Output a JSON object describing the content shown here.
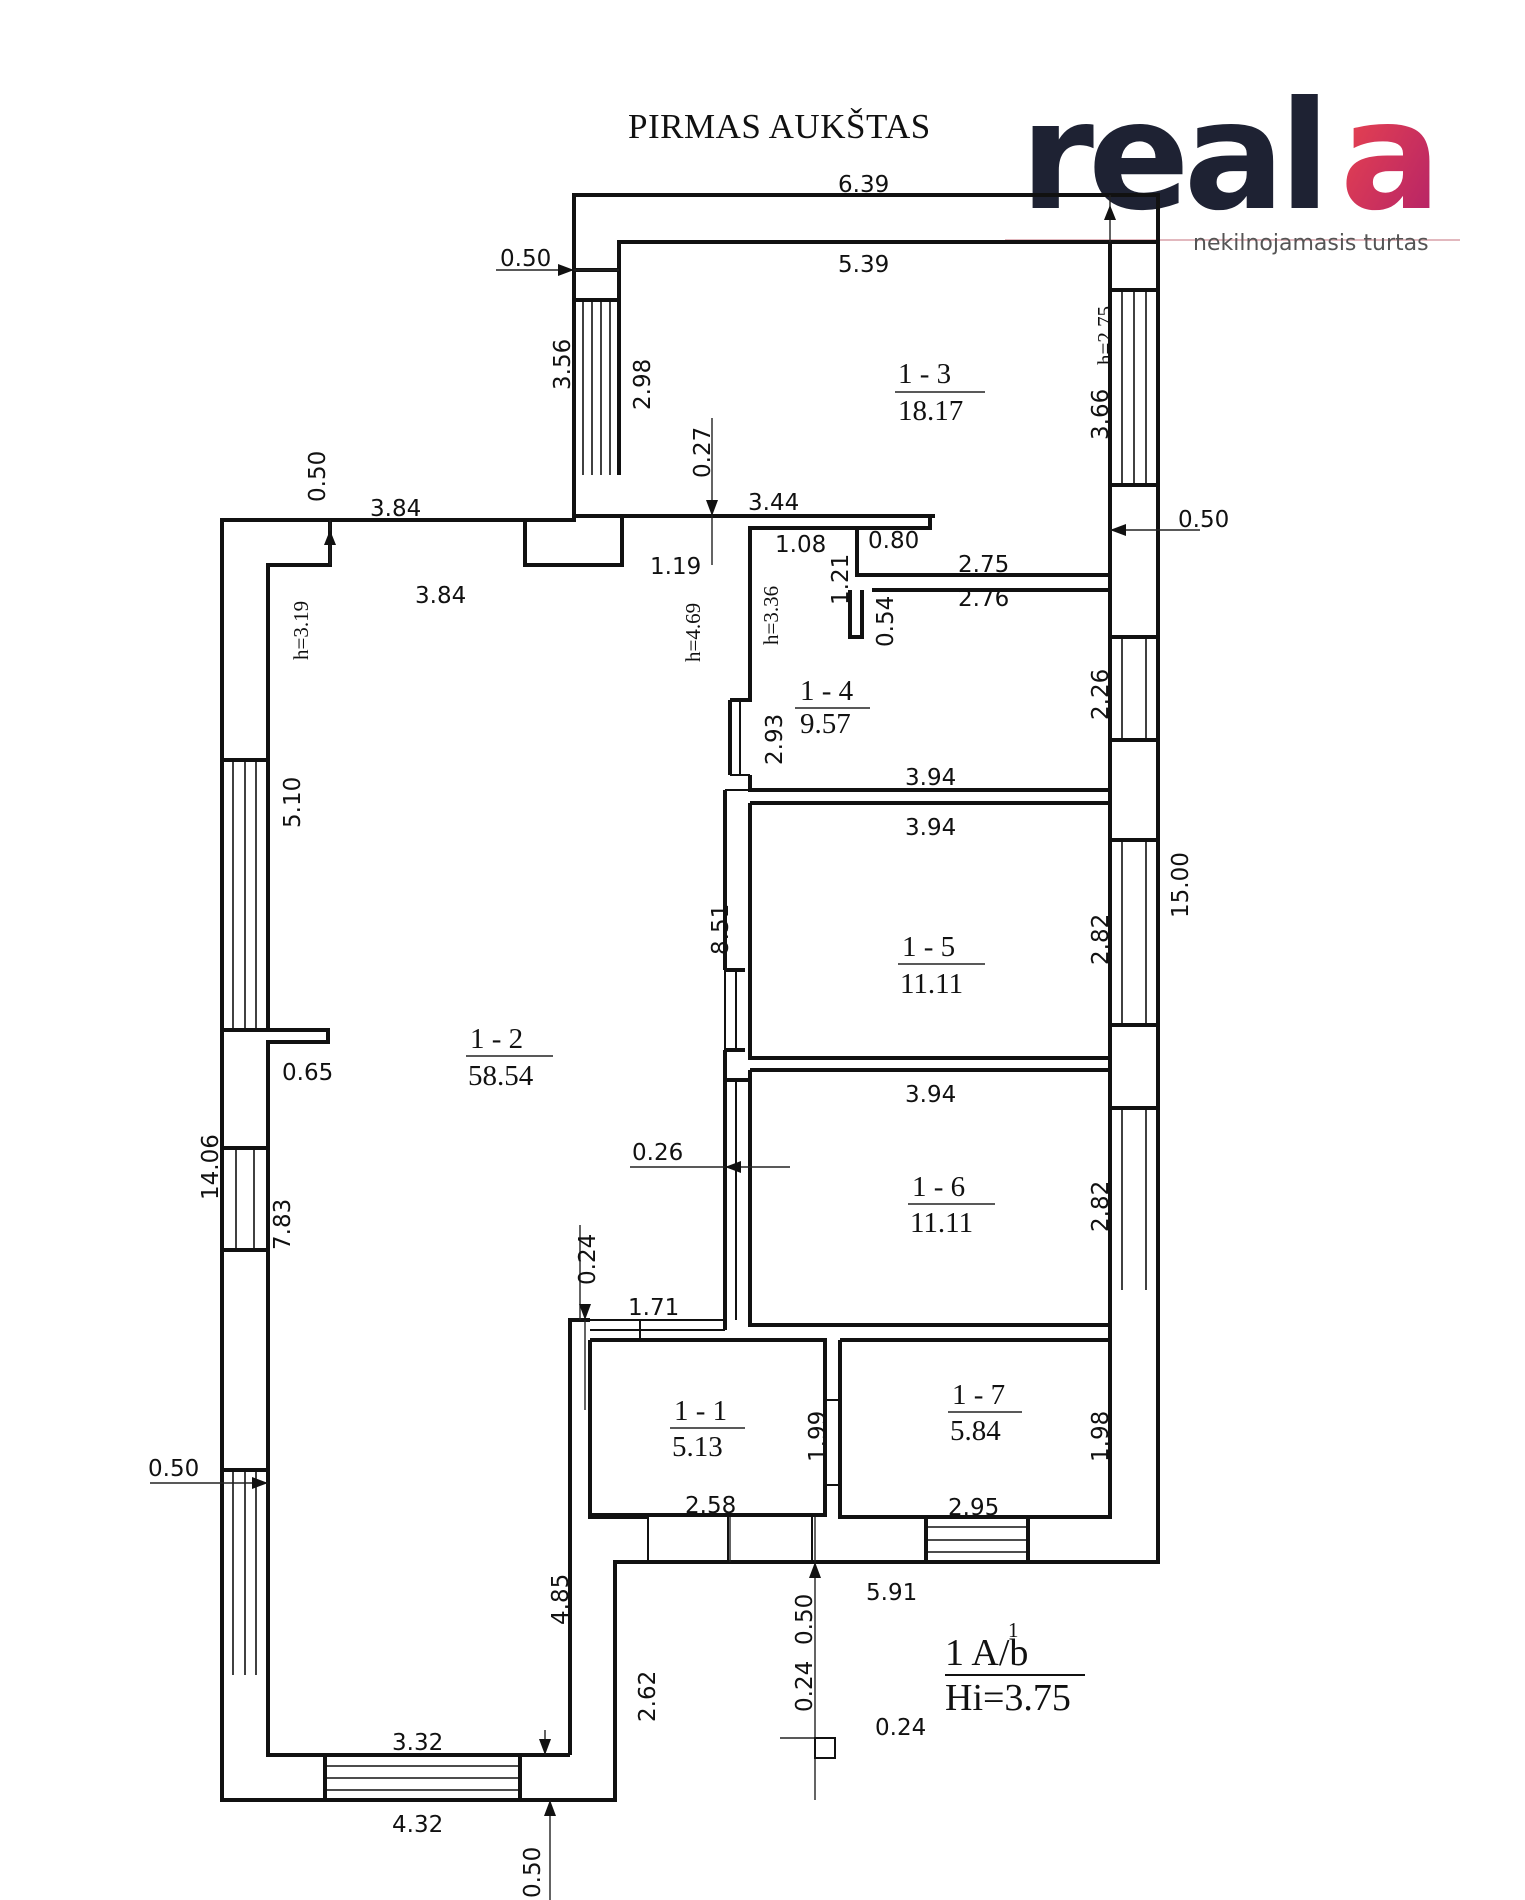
{
  "title": "PIRMAS AUKŠTAS",
  "logo": {
    "word_dark": "real",
    "word_accent": "a",
    "tagline": "nekilnojamasis turtas",
    "dark_color": "#1e2233",
    "accent_gradient": [
      "#f0484b",
      "#b0206a"
    ]
  },
  "rooms": [
    {
      "id": "1 - 1",
      "area": "5.13"
    },
    {
      "id": "1 - 2",
      "area": "58.54"
    },
    {
      "id": "1 - 3",
      "area": "18.17"
    },
    {
      "id": "1 - 4",
      "area": "9.57"
    },
    {
      "id": "1 - 5",
      "area": "11.11"
    },
    {
      "id": "1 - 6",
      "area": "11.11"
    },
    {
      "id": "1 - 7",
      "area": "5.84"
    }
  ],
  "dimensions": {
    "d_6_39": "6.39",
    "d_5_39": "5.39",
    "d_0_50_a": "0.50",
    "d_3_56": "3.56",
    "d_2_98": "2.98",
    "d_0_27": "0.27",
    "d_3_44": "3.44",
    "d_0_50_b": "0.50",
    "d_3_84_a": "3.84",
    "d_3_84_b": "3.84",
    "d_0_50_c": "0.50",
    "d_1_19": "1.19",
    "d_1_08": "1.08",
    "d_0_80": "0.80",
    "d_1_21": "1.21",
    "d_0_54": "0.54",
    "d_2_75": "2.75",
    "d_2_76": "2.76",
    "d_3_66": "3.66",
    "d_2_26": "2.26",
    "d_2_93": "2.93",
    "d_3_94_a": "3.94",
    "d_3_94_b": "3.94",
    "d_3_94_c": "3.94",
    "d_5_10": "5.10",
    "d_8_51": "8.51",
    "d_2_82_a": "2.82",
    "d_2_82_b": "2.82",
    "d_15_00": "15.00",
    "d_0_65": "0.65",
    "d_0_26": "0.26",
    "d_14_06": "14.06",
    "d_7_83": "7.83",
    "d_0_24_a": "0.24",
    "d_1_71": "1.71",
    "d_1_99": "1.99",
    "d_1_98": "1.98",
    "d_2_58": "2.58",
    "d_2_95": "2.95",
    "d_0_50_d": "0.50",
    "d_4_85": "4.85",
    "d_5_91": "5.91",
    "d_0_50_e": "0.50",
    "d_0_24_b": "0.24",
    "d_2_62": "2.62",
    "d_0_24_c": "0.24",
    "d_3_32": "3.32",
    "d_4_32": "4.32",
    "d_0_50_f": "0.50"
  },
  "heights": {
    "h_2_75": "h=2.75",
    "h_3_19": "h=3.19",
    "h_4_69": "h=4.69",
    "h_3_36": "h=3.36"
  },
  "stamp": {
    "line1": "1  A/b",
    "superscript": "1",
    "line2": "Hi=3.75"
  }
}
